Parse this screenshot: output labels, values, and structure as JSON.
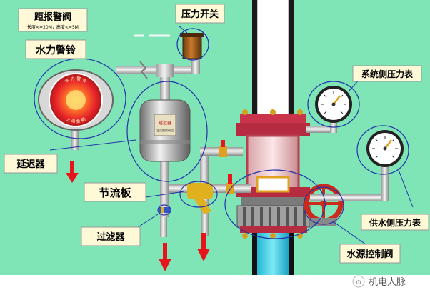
{
  "labels": {
    "alarm_title": "距报警阀",
    "alarm_sub": "长度<=20M，高度<=5M",
    "water_bell": "水力警铃",
    "pressure_switch": "压力开关",
    "system_gauge": "系统侧压力表",
    "delay": "延迟器",
    "orifice": "节流板",
    "filter": "过滤器",
    "supply_gauge": "供水侧压力表",
    "source_valve": "水源控制阀",
    "watermark": "机电人脉"
  },
  "bell_text": {
    "top": "水 力 警 铃",
    "bottom": "上 海 金 鹤"
  },
  "tank_text": {
    "main": "延迟器",
    "sub": "湿式报警阀组"
  },
  "colors": {
    "background": "#7fe5b7",
    "pipe": "#d8d8d8",
    "valve_red": "#cc3344",
    "arrow_red": "#e8141c"
  }
}
